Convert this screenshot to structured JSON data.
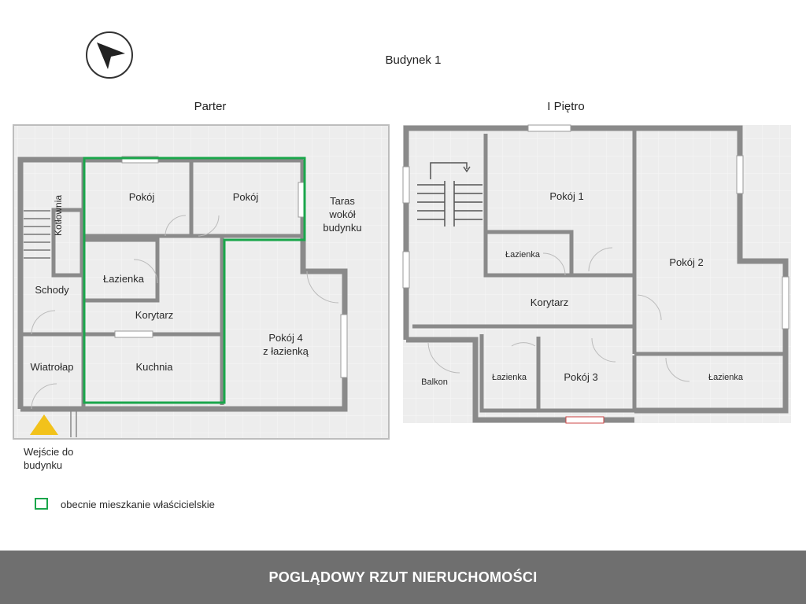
{
  "building_title": "Budynek 1",
  "floors": {
    "ground": {
      "title": "Parter",
      "rooms": {
        "pokoj_a": "Pokój",
        "pokoj_b": "Pokój",
        "kotlownia": "Kotłownia",
        "lazienka": "Łazienka",
        "schody": "Schody",
        "korytarz": "Korytarz",
        "taras_line1": "Taras",
        "taras_line2": "wokół",
        "taras_line3": "budynku",
        "pokoj4_line1": "Pokój 4",
        "pokoj4_line2": "z łazienką",
        "wiatrolap": "Wiatrołap",
        "kuchnia": "Kuchnia"
      },
      "entrance_line1": "Wejście do",
      "entrance_line2": "budynku"
    },
    "first": {
      "title": "I Piętro",
      "rooms": {
        "pokoj1": "Pokój 1",
        "pokoj2": "Pokój 2",
        "lazienka_a": "Łazienka",
        "korytarz": "Korytarz",
        "balkon": "Balkon",
        "lazienka_b": "Łazienka",
        "pokoj3": "Pokój 3",
        "lazienka_c": "Łazienka"
      }
    }
  },
  "legend": {
    "label": "obecnie mieszkanie właścicielskie",
    "color": "#1aa64b"
  },
  "footer_title": "POGLĄDOWY RZUT NIERUCHOMOŚCI",
  "icons": [
    "compass-north-arrow-icon",
    "entrance-triangle-icon"
  ],
  "colors": {
    "wall": "#8a8a8a",
    "floor": "#ececec",
    "highlight": "#1aa64b",
    "footer": "#6f6f6f",
    "entrance": "#f2c21b"
  }
}
